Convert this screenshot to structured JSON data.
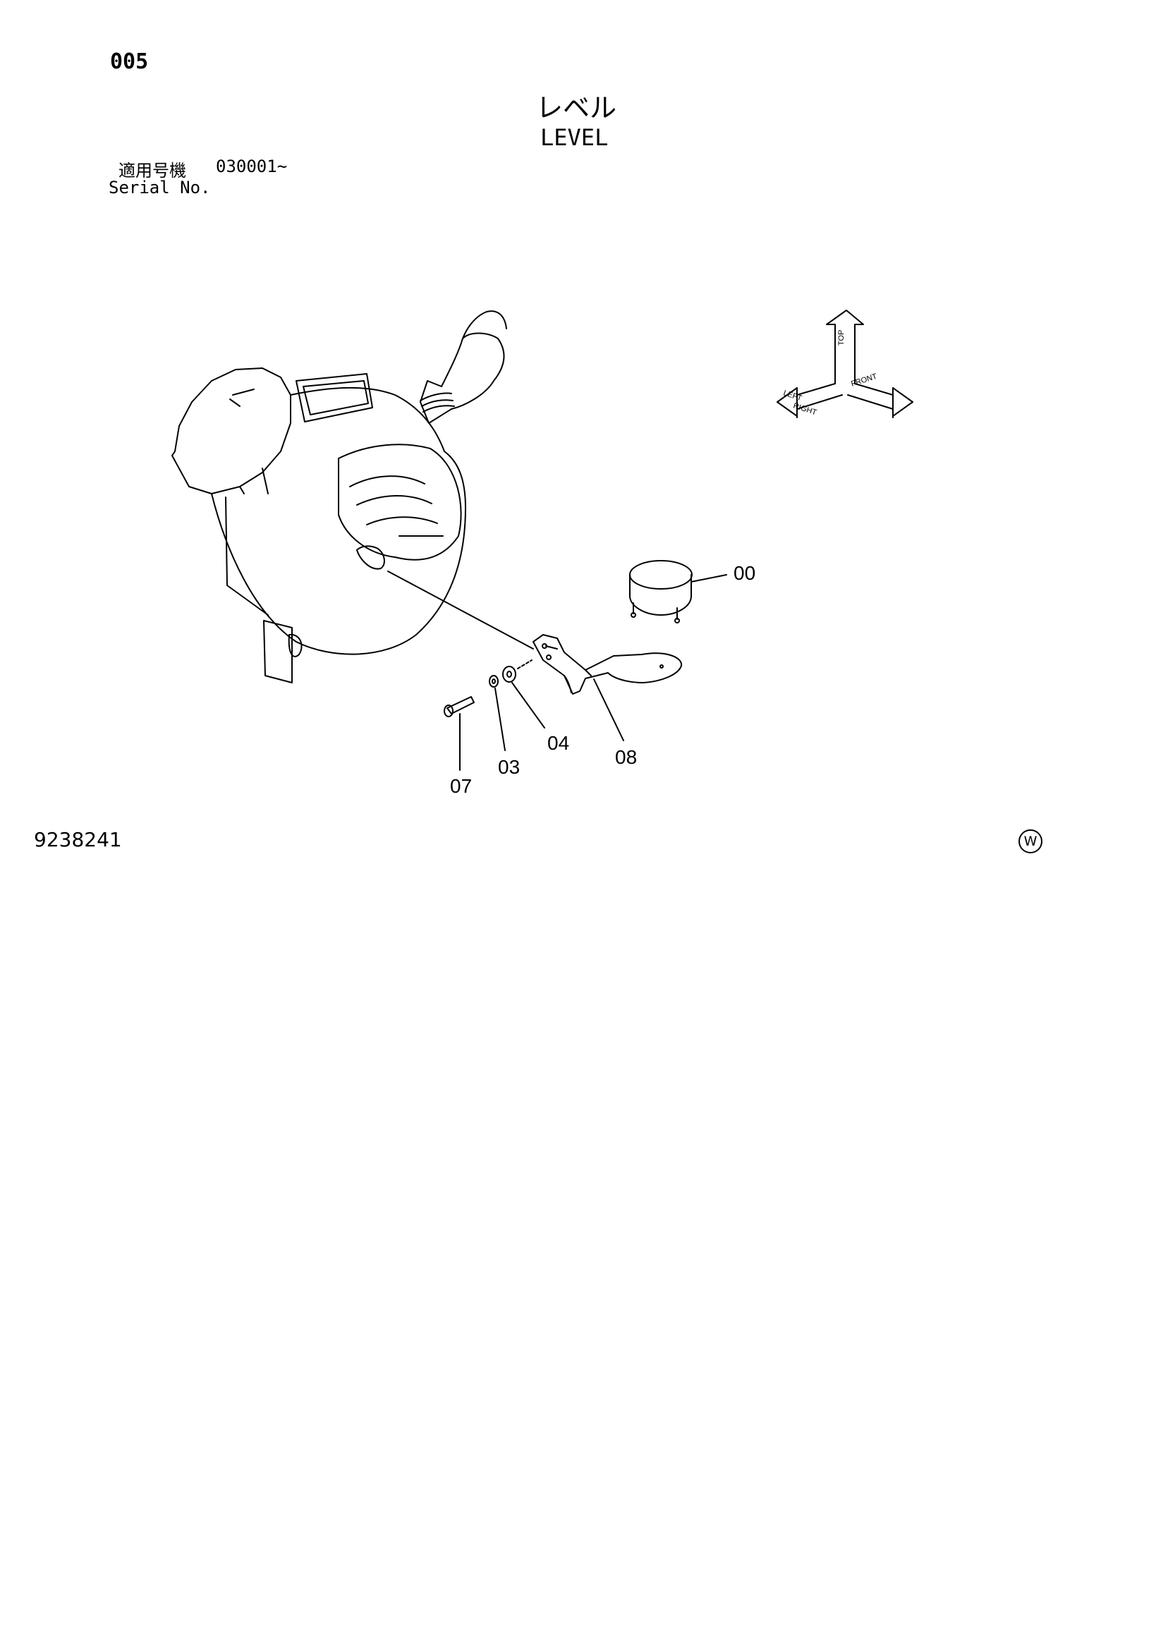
{
  "page": {
    "number": "005"
  },
  "title": {
    "jp": "レベル",
    "en": "LEVEL"
  },
  "serial": {
    "jp_label": "適用号機",
    "value": "030001~",
    "en_label": "Serial No."
  },
  "drawing_number": "9238241",
  "mark": "W",
  "callouts": [
    "00",
    "08",
    "04",
    "03",
    "07"
  ],
  "orientation_labels": [
    "TOP",
    "LEFT",
    "FRONT",
    "RIGHT"
  ]
}
